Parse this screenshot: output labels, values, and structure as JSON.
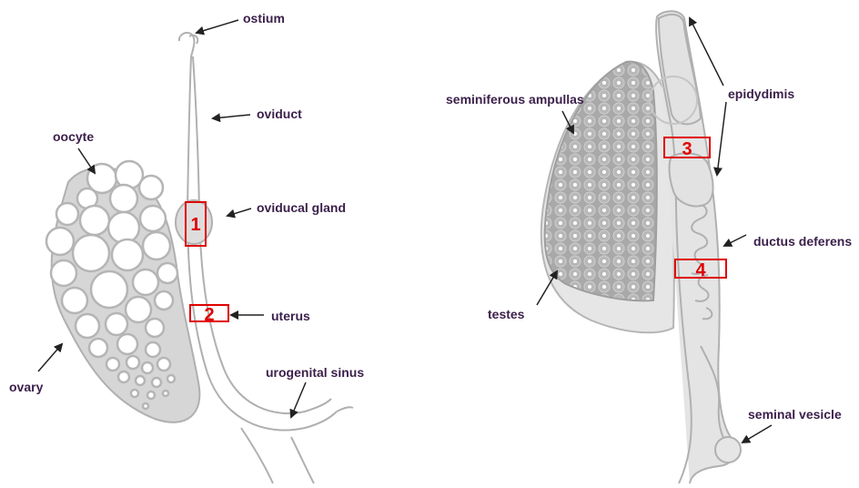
{
  "labels": {
    "ostium": "ostium",
    "oviduct": "oviduct",
    "oocyte": "oocyte",
    "oviducal_gland": "oviducal gland",
    "uterus": "uterus",
    "ovary": "ovary",
    "urogenital_sinus": "urogenital sinus",
    "seminiferous_ampullas": "seminiferous ampullas",
    "epidydimis": "epidydimis",
    "ductus_deferens": "ductus deferens",
    "testes": "testes",
    "seminal_vesicle": "seminal vesicle"
  },
  "boxes": [
    "1",
    "2",
    "3",
    "4"
  ],
  "colors": {
    "label_text": "#3b1f4a",
    "box_red": "#e00000",
    "outline": "#b0b0b0",
    "tissue_light": "#dcdcdc",
    "tissue_dark": "#a8a8a8",
    "arrow": "#222222"
  }
}
